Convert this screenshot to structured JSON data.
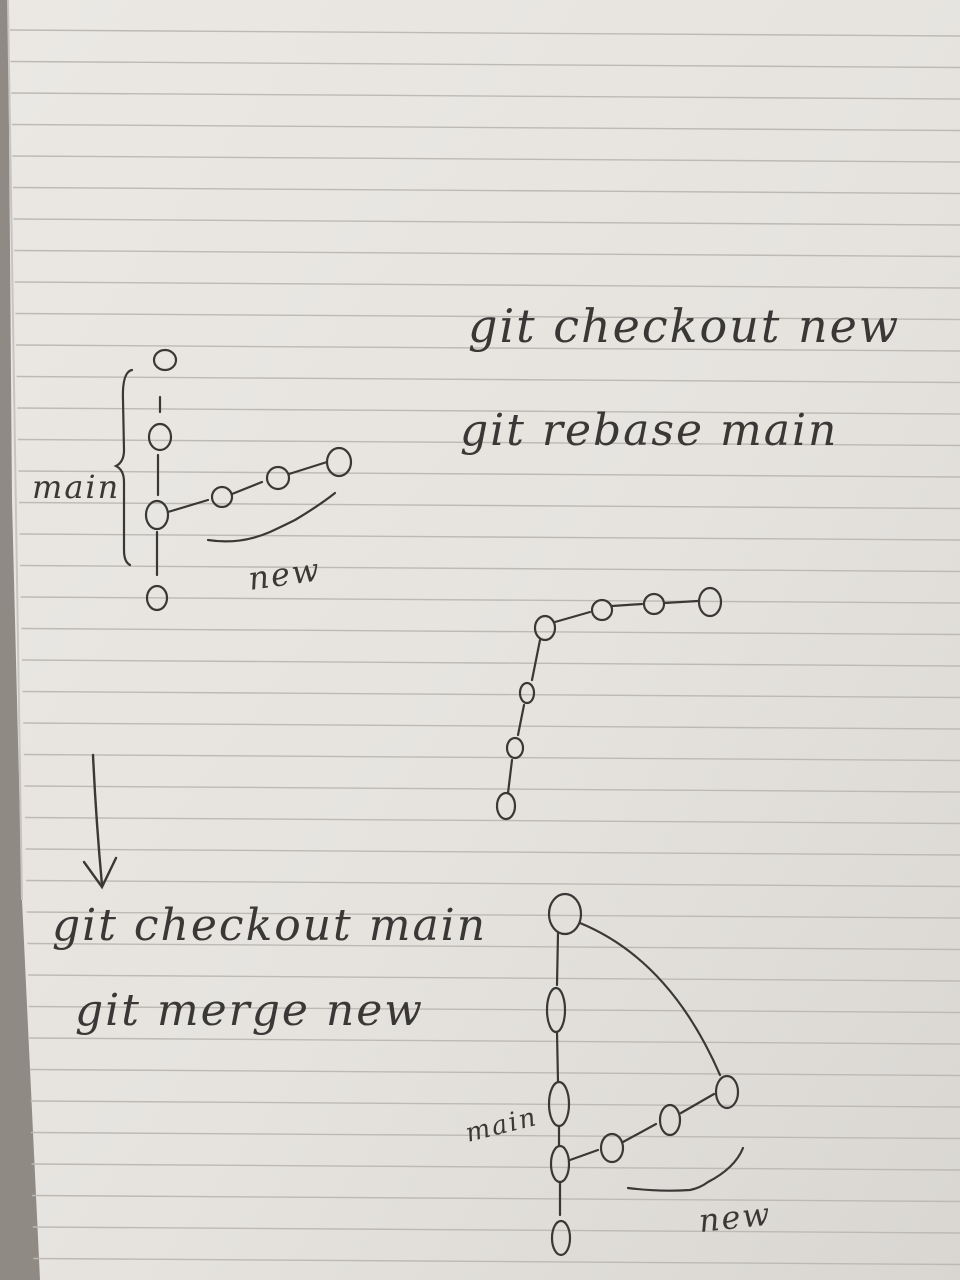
{
  "notes": {
    "top_left": {
      "branch_main": "main",
      "branch_new": "new"
    },
    "rebase_commands": {
      "line1": "git checkout new",
      "line2": "git rebase main"
    },
    "merge_commands": {
      "line1": "git checkout main",
      "line2": "git merge new"
    },
    "bottom_right": {
      "branch_main": "main",
      "branch_new": "new"
    }
  },
  "colors": {
    "ink": "#3a3836",
    "paper": "#e9e6e2",
    "rule": "#b9b6b2",
    "shadow": "#8f8a84"
  }
}
